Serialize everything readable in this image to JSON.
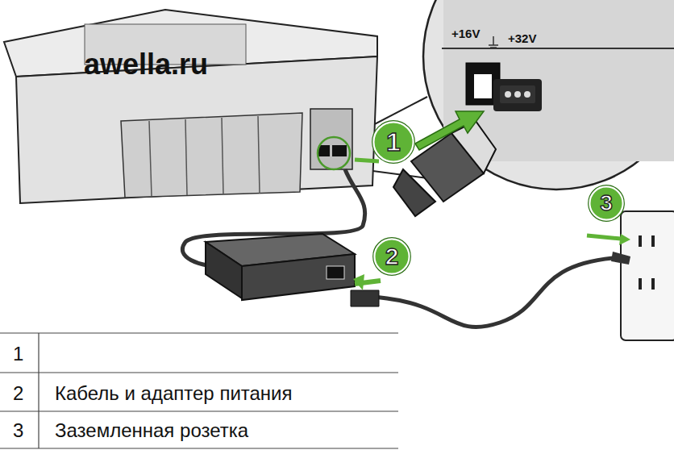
{
  "diagram": {
    "nodes": [
      {
        "text": [
          "1"
        ]
      },
      {
        "text": [
          "2"
        ]
      },
      {
        "text": [
          "3"
        ]
      }
    ],
    "labels": [
      "awella.ru",
      "+16V",
      "+32V",
      "1",
      "2",
      "Кабель и адаптер питания",
      "3",
      "Заземленная розетка"
    ]
  }
}
